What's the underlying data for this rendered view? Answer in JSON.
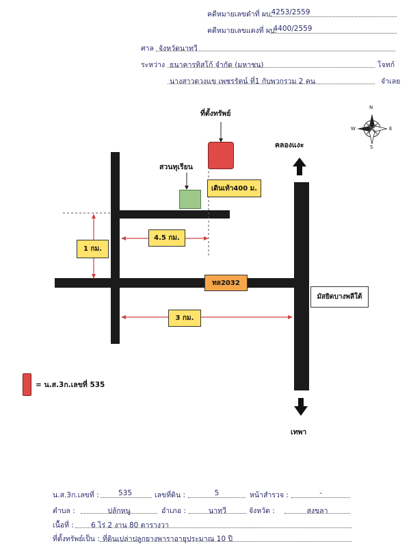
{
  "header": {
    "black_case_label": "คดีหมายเลขดำที่ ผบ.",
    "black_case_no": "4253/2559",
    "red_case_label": "คดีหมายเลขแดงที่ ผบ.",
    "red_case_no": "4400/2559",
    "court_label": "ศาล",
    "court_name": "จังหวัดนาทวี",
    "between_label": "ระหว่าง",
    "plaintiff": "ธนาคารทิสโก้ จำกัด (มหาชน)",
    "plaintiff_role": "โจทก์",
    "defendant": "นางสาวดวงแข เพชรรัตน์ ที่1 กับพวกรวม 2 คน",
    "defendant_role": "จำเลย"
  },
  "map": {
    "property_label": "ที่ตั้งทรัพย์",
    "canal_label": "คลองแงะ",
    "durian_label": "สวนทุเรียน",
    "walk_label": "เดินเท้า400 ม.",
    "dist_4_5": "4.5 กม.",
    "dist_1": "1 กม.",
    "dist_3": "3 กม.",
    "road_label": "ทล2032",
    "mosque_label": "มัสยิดบางพลีใต้",
    "thepha_label": "เทพา",
    "legend_text": "= น.ส.3ก.เลขที่ 535",
    "compass_n": "N",
    "compass_s": "S",
    "compass_e": "E",
    "compass_w": "W",
    "property_color": "#e04a46",
    "durian_color": "#9cc98a",
    "label_box_color": "#ffe36b",
    "road_box_color": "#f5a64a",
    "arrow_color": "#cc4444"
  },
  "footer": {
    "ns3k_label": "น.ส.3ก.เลขที่ :",
    "ns3k_value": "535",
    "land_no_label": "เลขที่ดิน :",
    "land_no_value": "5",
    "survey_page_label": "หน้าสำรวจ :",
    "survey_page_value": "-",
    "tambon_label": "ตำบล :",
    "tambon_value": "ปลักหนู",
    "amphoe_label": "อำเภอ :",
    "amphoe_value": "นาทวี",
    "province_label": "จังหวัด :",
    "province_value": "สงขลา",
    "area_label": "เนื้อที่ :",
    "area_value": "6 ไร่ 2 งาน 80 ตารางวา",
    "location_label": "ที่ตั้งทรัพย์เป็น :",
    "location_value": "ที่ดินเปล่าปลูกยางพาราอายุประมาณ 10 ปี"
  }
}
